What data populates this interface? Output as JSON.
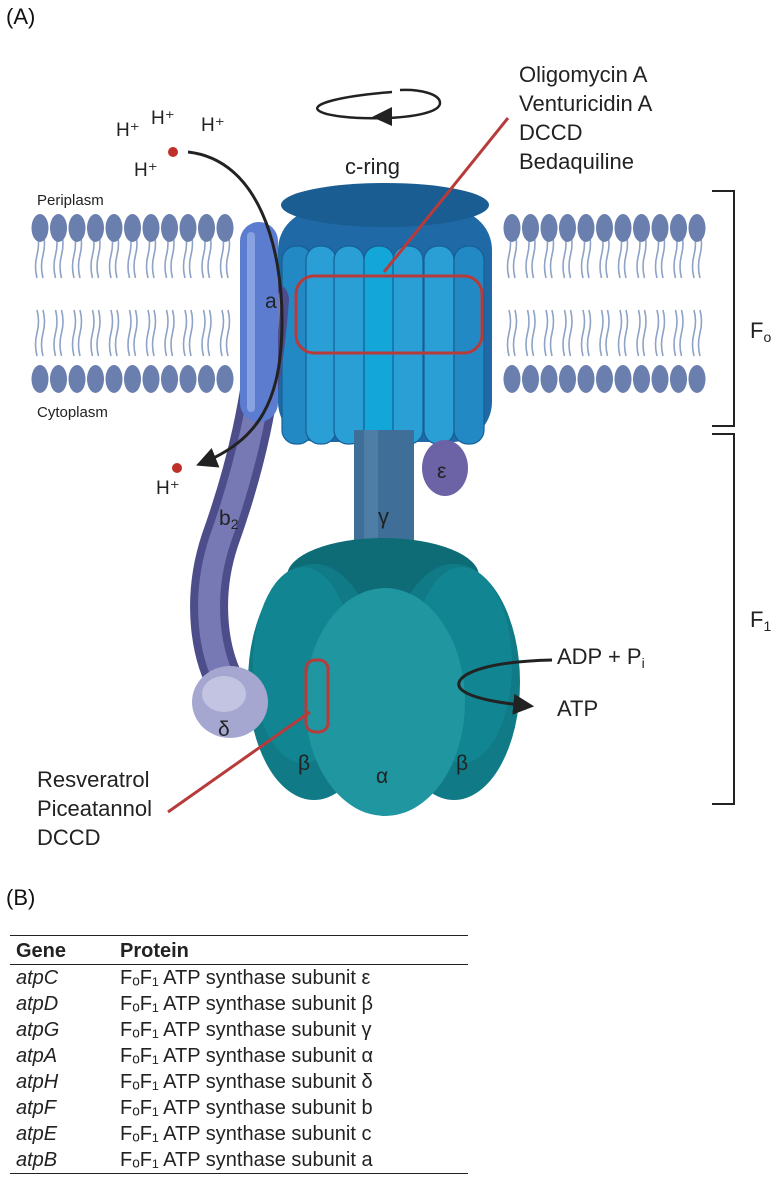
{
  "panels": {
    "a": "(A)",
    "b": "(B)"
  },
  "membrane": {
    "top_label": "Periplasm",
    "bottom_label": "Cytoplasm"
  },
  "protons": {
    "h1": "H⁺",
    "h2": "H⁺",
    "h3": "H⁺",
    "h4": "H⁺",
    "out": "H⁺"
  },
  "subunits": {
    "a": "a",
    "b2_main": "b",
    "b2_sub": "2",
    "delta": "δ",
    "epsilon": "ε",
    "gamma": "γ",
    "alpha": "α",
    "beta_left": "β",
    "beta_right": "β",
    "c_ring": "c-ring"
  },
  "inhibitors_fo": {
    "line1": "Oligomycin A",
    "line2": "Venturicidin A",
    "line3": "DCCD",
    "line4": "Bedaquiline"
  },
  "inhibitors_f1": {
    "line1": "Resveratrol",
    "line2": "Piceatannol",
    "line3": "DCCD"
  },
  "brackets": {
    "fo_main": "F",
    "fo_sub": "o",
    "f1_main": "F",
    "f1_sub": "1"
  },
  "reaction": {
    "input_main": "ADP + P",
    "input_sub": "i",
    "output": "ATP"
  },
  "colors": {
    "lipid_head": "#6a7fae",
    "lipid_tail": "#8fa3c6",
    "c_ring_dark": "#1f6aa6",
    "c_ring_light": "#2a9fd6",
    "subunit_a": "#5c7ccf",
    "stalk_b": "#6669a8",
    "delta": "#a5a7d0",
    "epsilon": "#6c63a7",
    "gamma": "#3f6f98",
    "f1_dark": "#107b86",
    "f1_light": "#1f96a0",
    "inhibitor_outline": "#b83b3b",
    "proton": "#c0302a"
  },
  "table": {
    "headers": [
      "Gene",
      "Protein"
    ],
    "rows": [
      {
        "gene": "atpC",
        "protein": "FₒF₁ ATP synthase subunit ε"
      },
      {
        "gene": "atpD",
        "protein": "FₒF₁ ATP synthase subunit β"
      },
      {
        "gene": "atpG",
        "protein": "FₒF₁ ATP synthase subunit γ"
      },
      {
        "gene": "atpA",
        "protein": "FₒF₁ ATP synthase subunit α"
      },
      {
        "gene": "atpH",
        "protein": "FₒF₁ ATP synthase subunit δ"
      },
      {
        "gene": "atpF",
        "protein": "FₒF₁ ATP synthase subunit b"
      },
      {
        "gene": "atpE",
        "protein": "FₒF₁ ATP synthase subunit c"
      },
      {
        "gene": "atpB",
        "protein": "FₒF₁ ATP synthase subunit a"
      }
    ]
  }
}
